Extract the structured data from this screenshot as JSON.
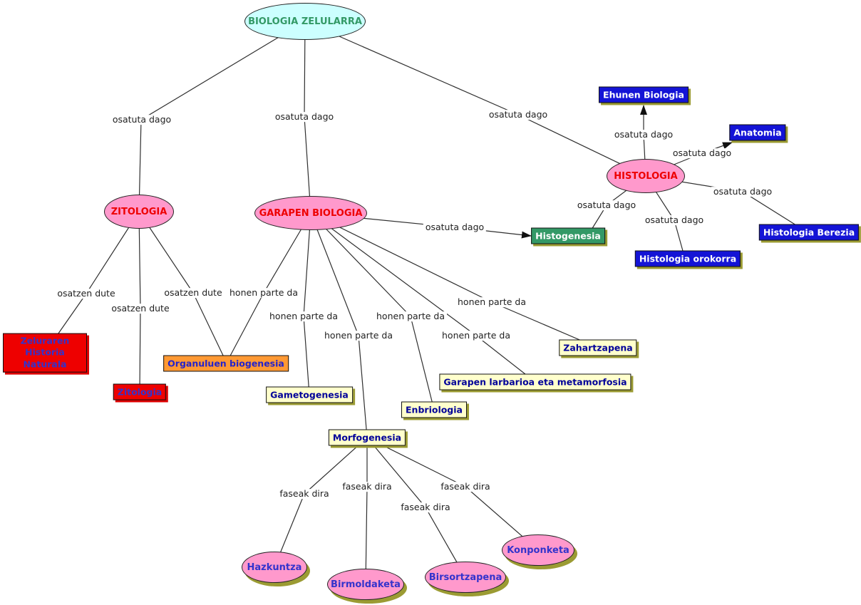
{
  "nodes": {
    "biologia_zelularra": {
      "label": "BIOLOGIA ZELULARRA",
      "shape": "ellipse",
      "fill": "#ccffff",
      "text_color": "#339966"
    },
    "zitologia": {
      "label": "ZITOLOGIA",
      "shape": "ellipse",
      "fill": "#ff99cc",
      "text_color": "#ee0000"
    },
    "garapen_biologia": {
      "label": "GARAPEN BIOLOGIA",
      "shape": "ellipse",
      "fill": "#ff99cc",
      "text_color": "#ee0000"
    },
    "histologia": {
      "label": "HISTOLOGIA",
      "shape": "ellipse",
      "fill": "#ff99cc",
      "text_color": "#ee0000"
    },
    "ehunen_biologia": {
      "label": "Ehunen Biologia",
      "shape": "rect",
      "fill": "#1414d6",
      "text_color": "#ffffff"
    },
    "anatomia": {
      "label": "Anatomia",
      "shape": "rect",
      "fill": "#1414d6",
      "text_color": "#ffffff"
    },
    "histologia_berezia": {
      "label": "Histologia Berezia",
      "shape": "rect",
      "fill": "#1414d6",
      "text_color": "#ffffff"
    },
    "histologia_orokorra": {
      "label": "Histologia orokorra",
      "shape": "rect",
      "fill": "#1414d6",
      "text_color": "#ffffff"
    },
    "histogenesia": {
      "label": "Histogenesia",
      "shape": "rect",
      "fill": "#339966",
      "text_color": "#ffffff"
    },
    "zeluraren_historia_naturala": {
      "label": "Zeluraren Historia Naturala",
      "shape": "rect",
      "fill": "#ee0000",
      "text_color": "#3333cc"
    },
    "zitologia_azpigaia": {
      "label": "Zitologia",
      "shape": "rect",
      "fill": "#ee0000",
      "text_color": "#3333cc"
    },
    "organuluen_biogenesia": {
      "label": "Organuluen biogenesia",
      "shape": "rect",
      "fill": "#ff9933",
      "text_color": "#2222cc"
    },
    "gametogenesia": {
      "label": "Gametogenesia",
      "shape": "rect",
      "fill": "#ffffcc",
      "text_color": "#000099"
    },
    "enbriologia": {
      "label": "Enbriologia",
      "shape": "rect",
      "fill": "#ffffcc",
      "text_color": "#000099"
    },
    "morfogenesia": {
      "label": "Morfogenesia",
      "shape": "rect",
      "fill": "#ffffcc",
      "text_color": "#000099"
    },
    "garapen_larbarioa_eta_metamorfosia": {
      "label": "Garapen larbarioa eta metamorfosia",
      "shape": "rect",
      "fill": "#ffffcc",
      "text_color": "#000099"
    },
    "zahartzapena": {
      "label": "Zahartzapena",
      "shape": "rect",
      "fill": "#ffffcc",
      "text_color": "#000099"
    },
    "hazkuntza": {
      "label": "Hazkuntza",
      "shape": "ellipse",
      "fill": "#ff99cc",
      "text_color": "#3333cc"
    },
    "birmoldaketa": {
      "label": "Birmoldaketa",
      "shape": "ellipse",
      "fill": "#ff99cc",
      "text_color": "#3333cc"
    },
    "birsortzapena": {
      "label": "Birsortzapena",
      "shape": "ellipse",
      "fill": "#ff99cc",
      "text_color": "#3333cc"
    },
    "konponketa": {
      "label": "Konponketa",
      "shape": "ellipse",
      "fill": "#ff99cc",
      "text_color": "#3333cc"
    }
  },
  "links": [
    {
      "from": "biologia_zelularra",
      "to": "zitologia",
      "label": "osatuta dago",
      "arrow": false
    },
    {
      "from": "biologia_zelularra",
      "to": "garapen_biologia",
      "label": "osatuta dago",
      "arrow": false
    },
    {
      "from": "biologia_zelularra",
      "to": "histologia",
      "label": "osatuta dago",
      "arrow": false
    },
    {
      "from": "zitologia",
      "to": "zeluraren_historia_naturala",
      "label": "osatzen dute",
      "arrow": false
    },
    {
      "from": "zitologia",
      "to": "zitologia_azpigaia",
      "label": "osatzen dute",
      "arrow": false
    },
    {
      "from": "zitologia",
      "to": "organuluen_biogenesia",
      "label": "osatzen dute",
      "arrow": false
    },
    {
      "from": "garapen_biologia",
      "to": "organuluen_biogenesia",
      "label": "honen parte da",
      "arrow": false
    },
    {
      "from": "garapen_biologia",
      "to": "gametogenesia",
      "label": "honen parte da",
      "arrow": false
    },
    {
      "from": "garapen_biologia",
      "to": "morfogenesia",
      "label": "honen parte da",
      "arrow": false
    },
    {
      "from": "garapen_biologia",
      "to": "enbriologia",
      "label": "honen parte da",
      "arrow": false
    },
    {
      "from": "garapen_biologia",
      "to": "garapen_larbarioa_eta_metamorfosia",
      "label": "honen parte da",
      "arrow": false
    },
    {
      "from": "garapen_biologia",
      "to": "zahartzapena",
      "label": "honen parte da",
      "arrow": false
    },
    {
      "from": "garapen_biologia",
      "to": "histogenesia",
      "label": "osatuta dago",
      "arrow": true
    },
    {
      "from": "histologia",
      "to": "ehunen_biologia",
      "label": "osatuta dago",
      "arrow": true
    },
    {
      "from": "histologia",
      "to": "anatomia",
      "label": "osatuta dago",
      "arrow": true
    },
    {
      "from": "histologia",
      "to": "histogenesia",
      "label": "osatuta dago",
      "arrow": false
    },
    {
      "from": "histologia",
      "to": "histologia_orokorra",
      "label": "osatuta dago",
      "arrow": false
    },
    {
      "from": "histologia",
      "to": "histologia_berezia",
      "label": "osatuta dago",
      "arrow": false
    },
    {
      "from": "morfogenesia",
      "to": "hazkuntza",
      "label": "faseak dira",
      "arrow": false
    },
    {
      "from": "morfogenesia",
      "to": "birmoldaketa",
      "label": "faseak dira",
      "arrow": false
    },
    {
      "from": "morfogenesia",
      "to": "birsortzapena",
      "label": "faseak dira",
      "arrow": false
    },
    {
      "from": "morfogenesia",
      "to": "konponketa",
      "label": "faseak dira",
      "arrow": false
    }
  ],
  "colors": {
    "background": "#ffffff",
    "line": "#2f2f2f",
    "shadow": "#9b9b33",
    "ellipse_root_fill": "#ccffff",
    "ellipse_pink_fill": "#ff99cc",
    "rect_blue_fill": "#1414d6",
    "rect_green_fill": "#339966",
    "rect_red_fill": "#ee0000",
    "rect_orange_fill": "#ff9933",
    "rect_yellow_fill": "#ffffcc"
  }
}
